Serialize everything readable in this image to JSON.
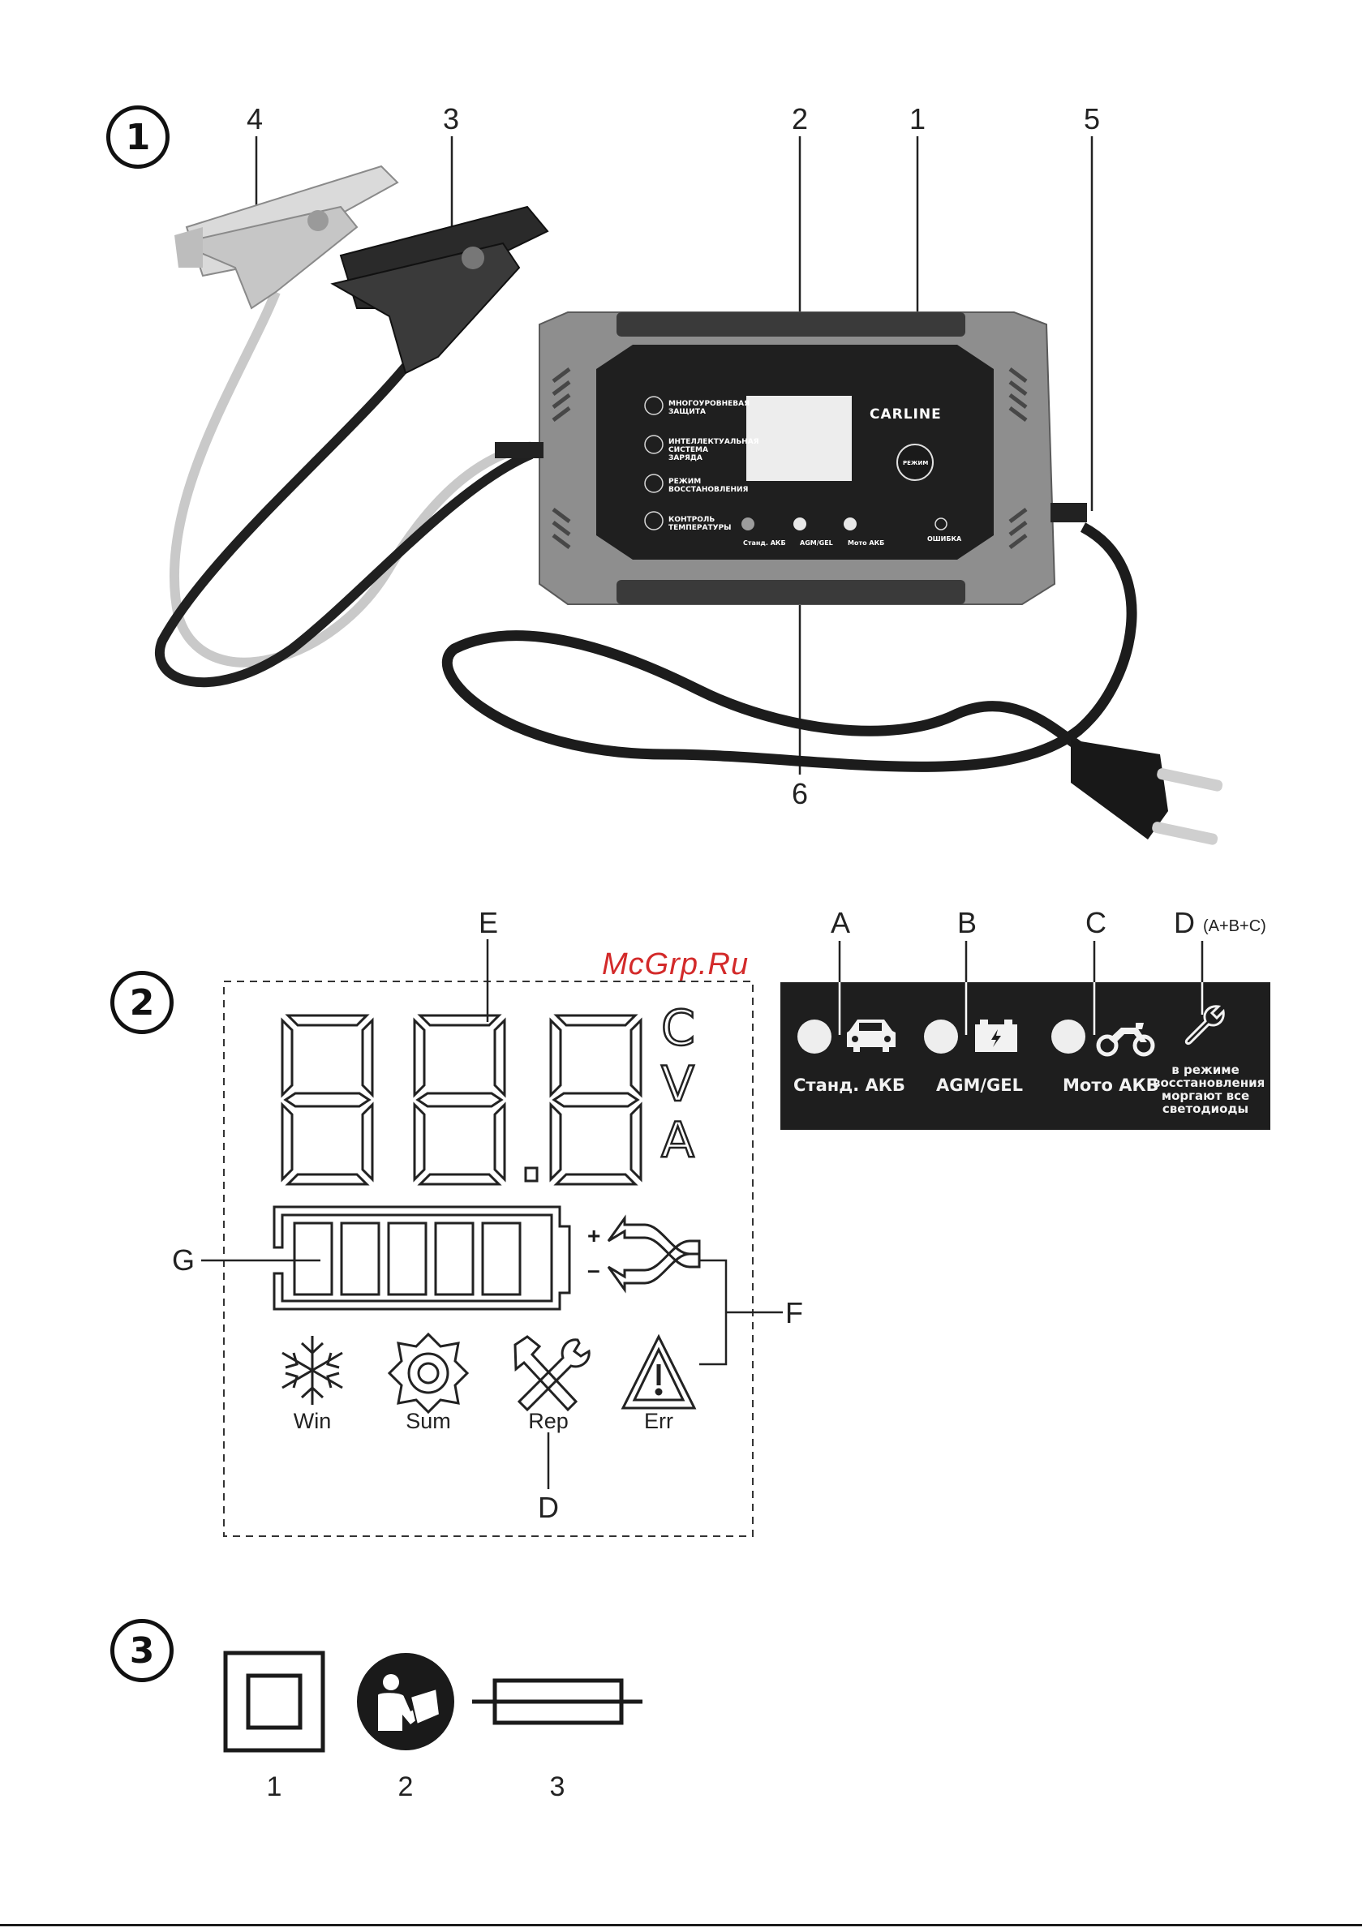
{
  "sections": [
    "1",
    "2",
    "3"
  ],
  "figure1": {
    "callouts": [
      "4",
      "3",
      "2",
      "1",
      "5",
      "6"
    ],
    "brand": "CARLINE",
    "mode_button": "РЕЖИМ",
    "features": [
      "МНОГОУРОВНЕВАЯ ЗАЩИТА",
      "ИНТЕЛЛЕКТУАЛЬНАЯ СИСТЕМА ЗАРЯДА",
      "РЕЖИМ ВОССТАНОВЛЕНИЯ",
      "КОНТРОЛЬ ТЕМПЕРАТУРЫ"
    ],
    "indicators": [
      "Станд. АКБ",
      "AGM/GEL",
      "Мото АКБ"
    ],
    "error_label": "ОШИБКА"
  },
  "figure2": {
    "watermark": "McGrp.Ru",
    "callouts": {
      "E": "E",
      "G": "G",
      "F": "F",
      "D": "D"
    },
    "units": [
      "C",
      "V",
      "A"
    ],
    "pol_plus": "+",
    "pol_minus": "–",
    "icons": [
      {
        "label": "Win",
        "icon": "snowflake-icon"
      },
      {
        "label": "Sum",
        "icon": "sun-icon"
      },
      {
        "label": "Rep",
        "icon": "tools-icon"
      },
      {
        "label": "Err",
        "icon": "warning-icon"
      }
    ],
    "panel": {
      "letters": [
        "A",
        "B",
        "C",
        "D"
      ],
      "d_suffix": "(A+B+C)",
      "labels": [
        "Станд. АКБ",
        "AGM/GEL",
        "Мото АКБ"
      ],
      "note": "в режиме восстановления моргают все светодиоды"
    }
  },
  "figure3": {
    "symbols": [
      {
        "label": "1",
        "icon": "double-insulation-icon"
      },
      {
        "label": "2",
        "icon": "read-manual-icon"
      },
      {
        "label": "3",
        "icon": "fuse-icon"
      }
    ]
  }
}
